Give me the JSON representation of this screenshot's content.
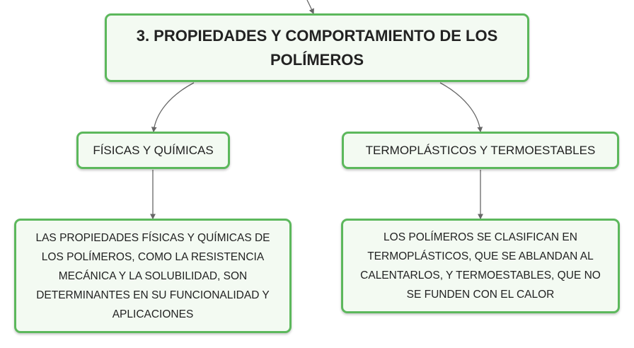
{
  "mindmap": {
    "main_topic": "3. PROPIEDADES Y COMPORTAMIENTO DE LOS POLÍMEROS",
    "branches": [
      {
        "title": "FÍSICAS Y QUÍMICAS",
        "detail": "LAS PROPIEDADES FÍSICAS Y QUÍMICAS DE LOS POLÍMEROS, COMO LA RESISTENCIA MECÁNICA Y LA SOLUBILIDAD, SON DETERMINANTES EN SU FUNCIONALIDAD Y APLICACIONES"
      },
      {
        "title": "TERMOPLÁSTICOS Y TERMOESTABLES",
        "detail": "LOS POLÍMEROS SE CLASIFICAN EN TERMOPLÁSTICOS, QUE SE ABLANDAN AL CALENTARLOS, Y TERMOESTABLES, QUE NO SE FUNDEN CON EL CALOR"
      }
    ]
  },
  "colors": {
    "node_border": "#5cb85c",
    "node_fill": "#f3faf2",
    "connector": "#666666",
    "text": "#222222"
  }
}
